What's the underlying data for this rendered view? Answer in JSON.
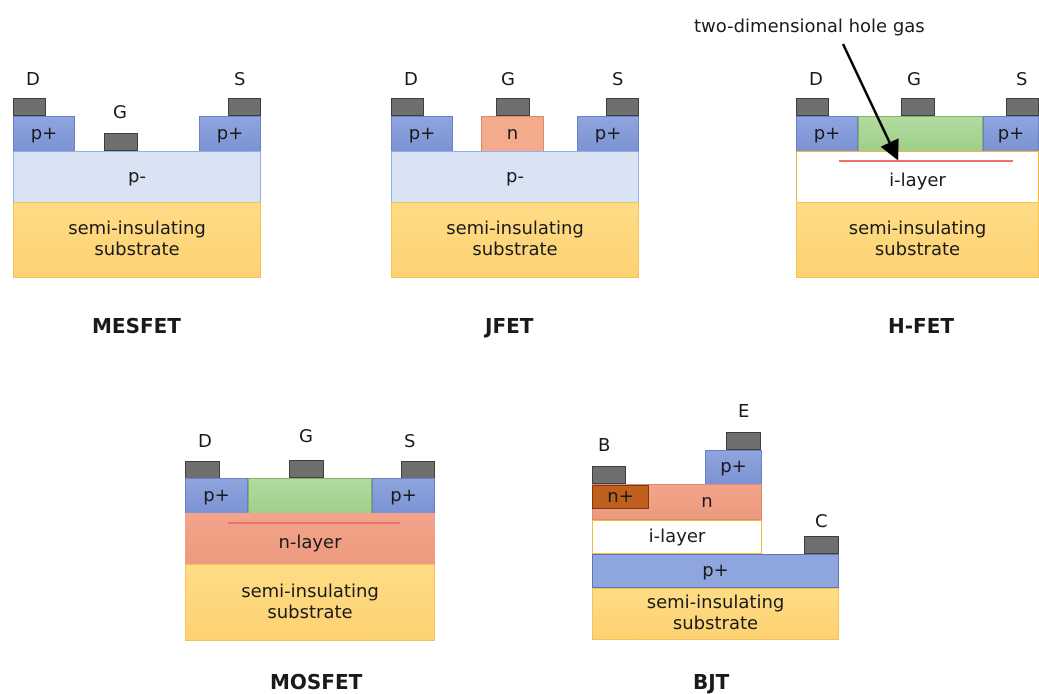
{
  "annotation": "two-dimensional hole gas",
  "mesfet": {
    "caption": "MESFET",
    "drain": "D",
    "gate": "G",
    "source": "S",
    "contact_left": "p+",
    "contact_right": "p+",
    "channel": "p-",
    "substrate": "semi-insulating substrate"
  },
  "jfet": {
    "caption": "JFET",
    "drain": "D",
    "gate": "G",
    "source": "S",
    "contact_left": "p+",
    "gate_region": "n",
    "contact_right": "p+",
    "channel": "p-",
    "substrate": "semi-insulating substrate"
  },
  "hfet": {
    "caption": "H-FET",
    "drain": "D",
    "gate": "G",
    "source": "S",
    "contact_left": "p+",
    "contact_right": "p+",
    "layer": "i-layer",
    "substrate": "semi-insulating substrate"
  },
  "mosfet": {
    "caption": "MOSFET",
    "drain": "D",
    "gate": "G",
    "source": "S",
    "contact_left": "p+",
    "contact_right": "p+",
    "layer": "n-layer",
    "substrate": "semi-insulating substrate"
  },
  "bjt": {
    "caption": "BJT",
    "base": "B",
    "emitter": "E",
    "collector": "C",
    "emitter_region": "p+",
    "base_contact": "n+",
    "base_region": "n",
    "i_layer": "i-layer",
    "collector_region": "p+",
    "substrate": "semi-insulating substrate"
  },
  "colors": {
    "p_plus": "#8fa5de",
    "p_minus": "#d9e3f3",
    "n": "#f4ab8d",
    "gate_insulator": "#a9d596",
    "substrate": "#fed67a",
    "n_plus": "#c0601e",
    "contact": "#6f6f6f",
    "channel_line": "#f0706a"
  }
}
